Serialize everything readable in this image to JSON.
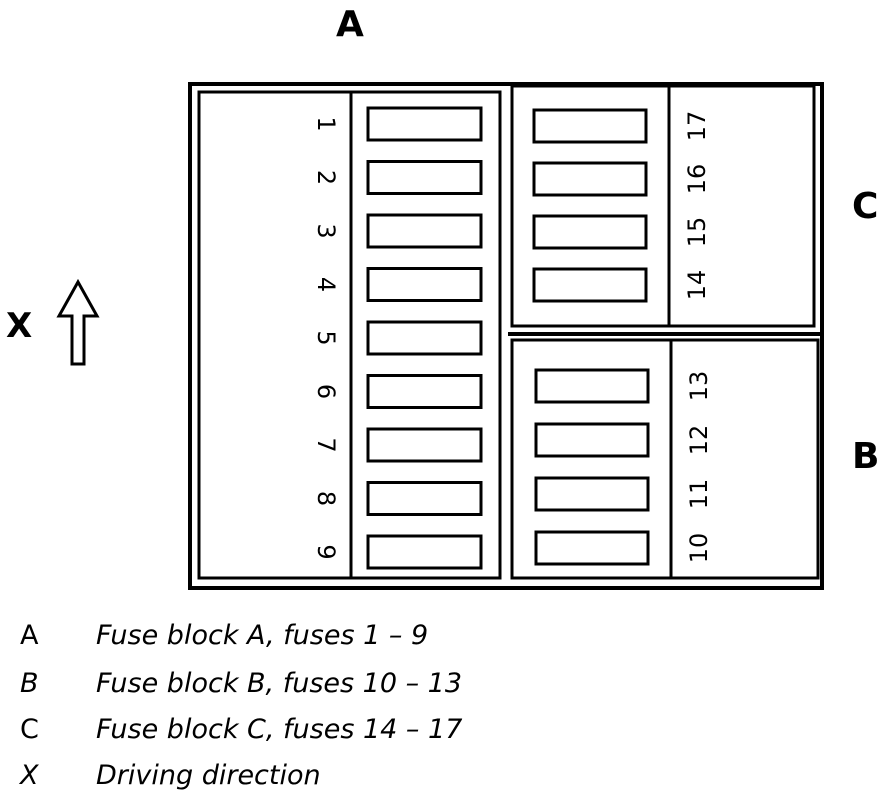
{
  "labels": {
    "a": "A",
    "b": "B",
    "c": "C",
    "x": "X"
  },
  "block_a": {
    "fuses": [
      "1",
      "2",
      "3",
      "4",
      "5",
      "6",
      "7",
      "8",
      "9"
    ]
  },
  "block_b": {
    "fuses": [
      "10",
      "11",
      "12",
      "13"
    ]
  },
  "block_c": {
    "fuses": [
      "14",
      "15",
      "16",
      "17"
    ]
  },
  "legend": [
    {
      "key": "A",
      "text": "Fuse block A, fuses 1 – 9"
    },
    {
      "key": "B",
      "text": "Fuse block B, fuses 10 – 13"
    },
    {
      "key": "C",
      "text": "Fuse block C, fuses 14 – 17"
    },
    {
      "key": "X",
      "text": "Driving direction"
    }
  ]
}
